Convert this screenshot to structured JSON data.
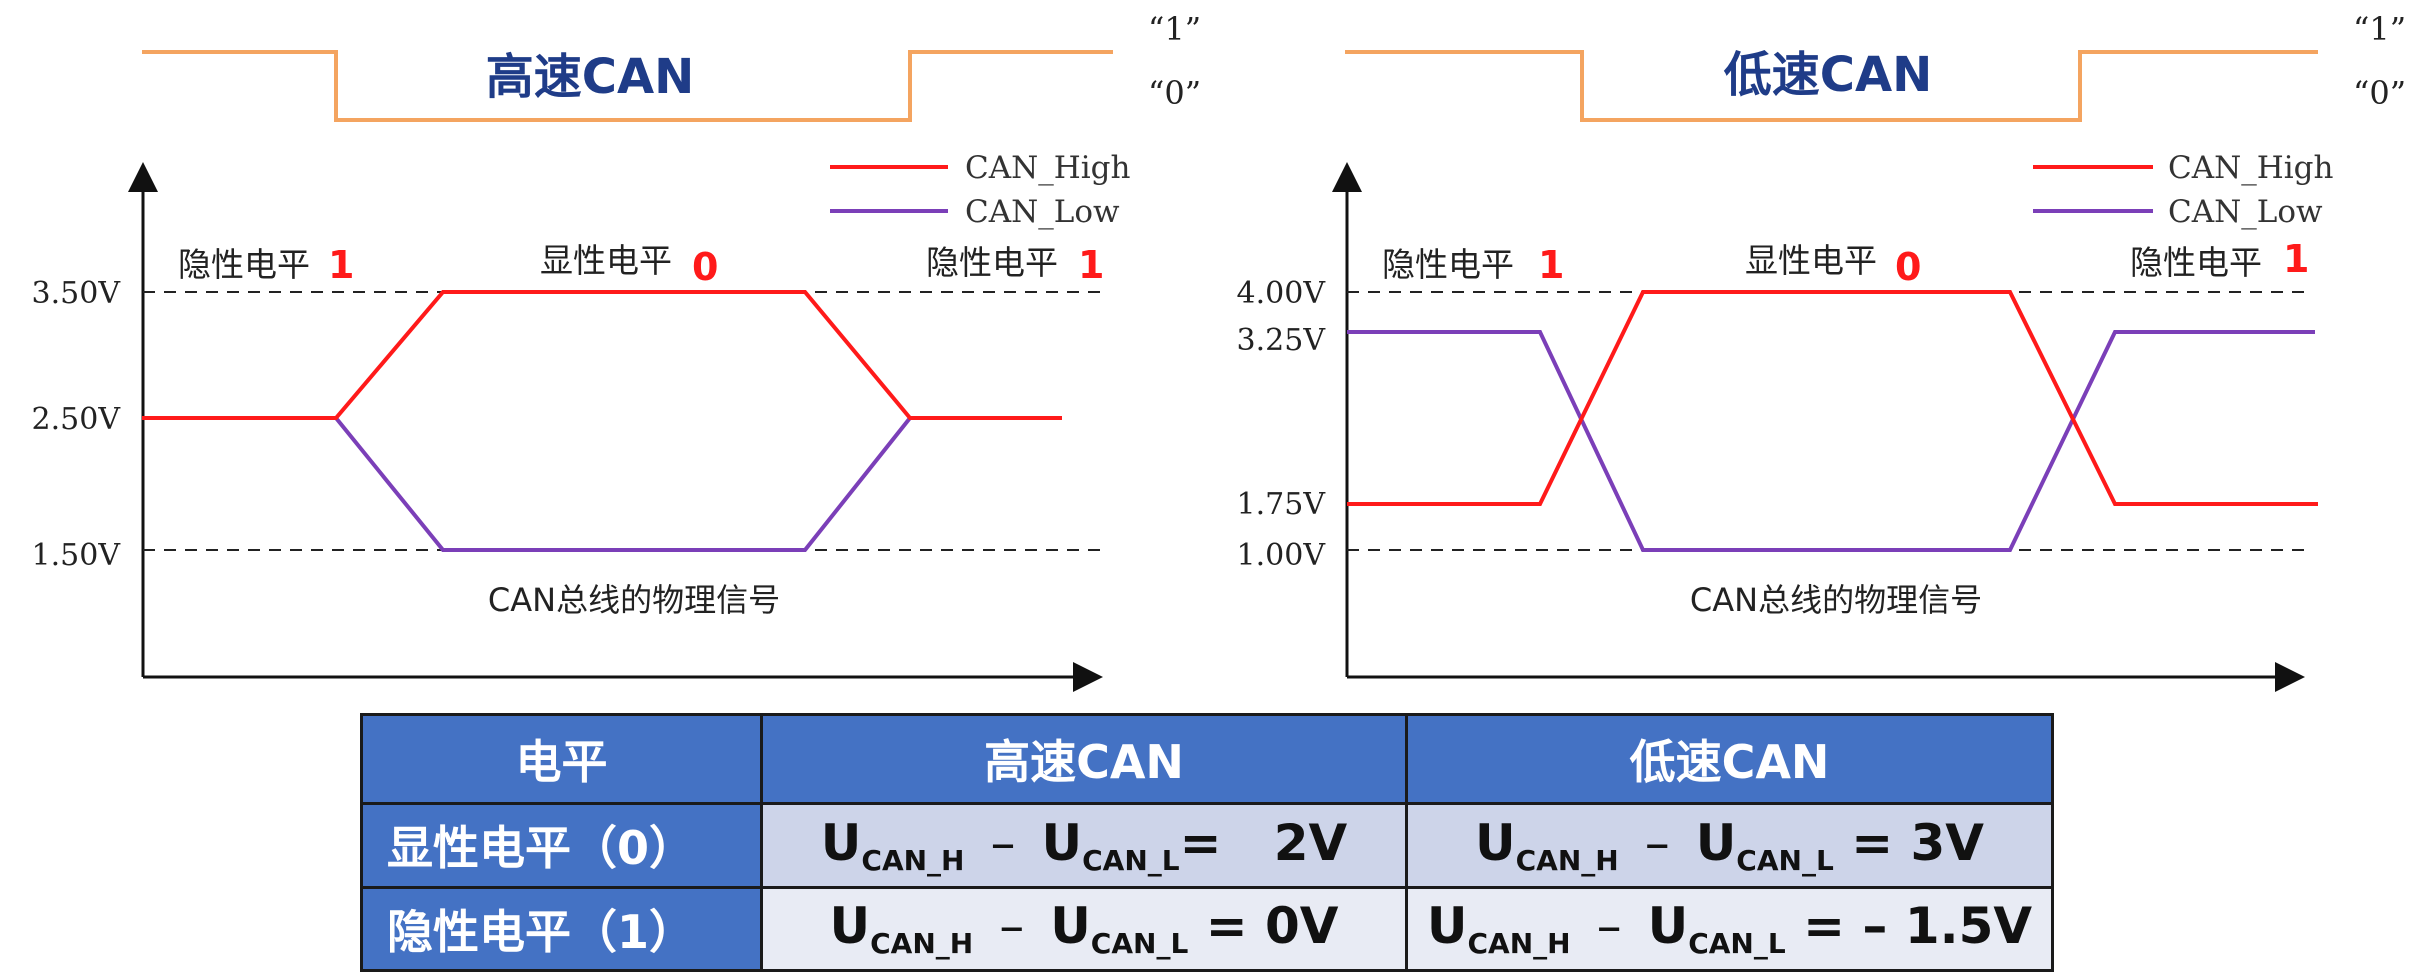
{
  "colors": {
    "can_high": "#ff1a1a",
    "can_low": "#7b3fb8",
    "logic_signal": "#f4a460",
    "title": "#1f3c88",
    "bit_value": "#ff1a1a",
    "table_header": "#4472c4",
    "table_row1": "#cdd4e9",
    "table_row2": "#e8ebf4"
  },
  "high_speed": {
    "title": "高速CAN",
    "logic_labels": {
      "one": "“1”",
      "zero": "“0”"
    },
    "legend": {
      "high": "CAN_High",
      "low": "CAN_Low"
    },
    "state_labels": {
      "left": {
        "text": "隐性电平",
        "bit": "1"
      },
      "middle": {
        "text": "显性电平",
        "bit": "0"
      },
      "right": {
        "text": "隐性电平",
        "bit": "1"
      }
    },
    "y_ticks": [
      "3.50V",
      "2.50V",
      "1.50V"
    ],
    "caption": "CAN总线的物理信号"
  },
  "low_speed": {
    "title": "低速CAN",
    "logic_labels": {
      "one": "“1”",
      "zero": "“0”"
    },
    "legend": {
      "high": "CAN_High",
      "low": "CAN_Low"
    },
    "state_labels": {
      "left": {
        "text": "隐性电平",
        "bit": "1"
      },
      "middle": {
        "text": "显性电平",
        "bit": "0"
      },
      "right": {
        "text": "隐性电平",
        "bit": "1"
      }
    },
    "y_ticks": [
      "4.00V",
      "3.25V",
      "1.75V",
      "1.00V"
    ],
    "caption": "CAN总线的物理信号"
  },
  "table": {
    "headers": [
      "电平",
      "高速CAN",
      "低速CAN"
    ],
    "rows": [
      {
        "label": "显性电平（0）",
        "hs": {
          "u": "U",
          "h_sub": "CAN_H",
          "minus": "–",
          "l_sub": "CAN_L",
          "rhs": "=   2V"
        },
        "ls": {
          "u": "U",
          "h_sub": "CAN_H",
          "minus": "–",
          "l_sub": "CAN_L",
          "rhs": " = 3V"
        }
      },
      {
        "label": "隐性电平（1）",
        "hs": {
          "u": "U",
          "h_sub": "CAN_H",
          "minus": "–",
          "l_sub": "CAN_L",
          "rhs": " = 0V"
        },
        "ls": {
          "u": "U",
          "h_sub": "CAN_H",
          "minus": "–",
          "l_sub": "CAN_L",
          "rhs": " = – 1.5V"
        }
      }
    ]
  }
}
